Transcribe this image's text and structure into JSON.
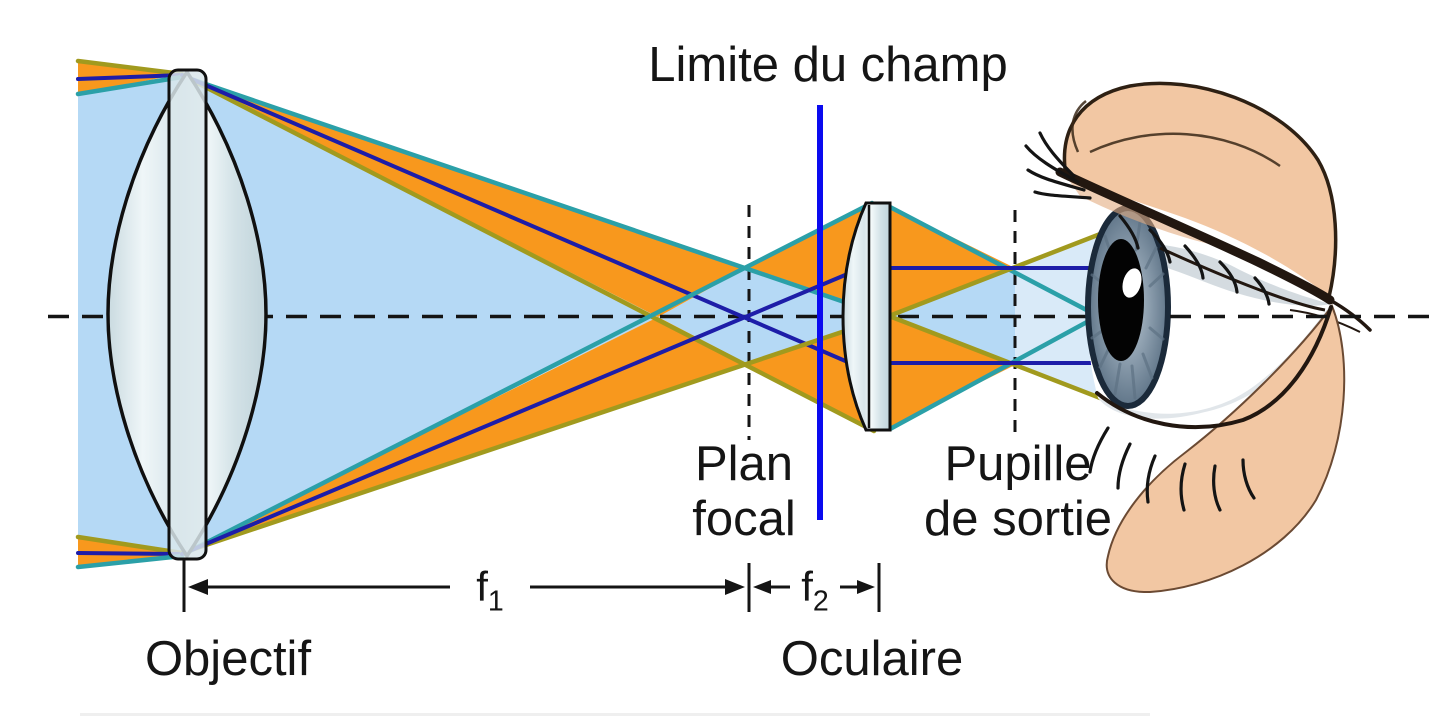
{
  "figure_type": "telescope-optical-diagram",
  "labels": {
    "field_limit": "Limite du champ",
    "focal_plane_line1": "Plan",
    "focal_plane_line2": "focal",
    "exit_pupil_line1": "Pupille",
    "exit_pupil_line2": "de sortie",
    "objective": "Objectif",
    "eyepiece": "Oculaire",
    "f1_base": "f",
    "f1_sub": "1",
    "f2_base": "f",
    "f2_sub": "2"
  },
  "colors": {
    "background": "#FFFFFF",
    "axial_beam_light_blue": "#B5D9F5",
    "exit_beam_pale_blue": "#D9EAF8",
    "offaxis_beam_orange": "#F8981D",
    "ray_teal": "#2BA0A8",
    "ray_olive": "#A19A1E",
    "ray_dark_blue": "#1D1DA8",
    "field_stop_blue": "#0B0BEF",
    "axis_black": "#141414",
    "lens_glass": "#DEEAEE",
    "skin": "#F2C7A3",
    "iris_blue_gray": "#8496A8",
    "pupil_black": "#030303"
  }
}
